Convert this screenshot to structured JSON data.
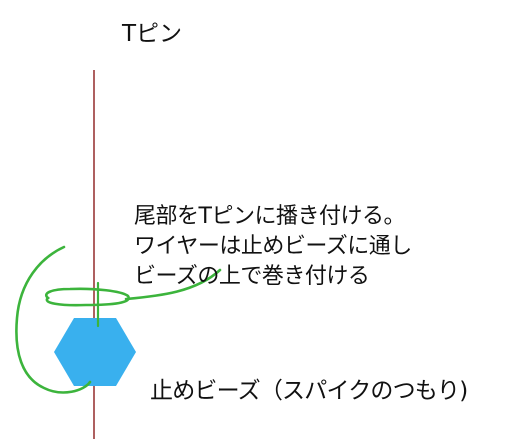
{
  "labels": {
    "tpin": "Tピン",
    "instruction_lines": [
      "尾部をTピンに播き付ける。",
      "ワイヤーは止めビーズに通し",
      "ビーズの上で巻き付ける"
    ],
    "bead": "止めビーズ（スパイクのつもり)"
  },
  "colors": {
    "pin": "#8b1c1c",
    "wire": "#3cb43c",
    "bead": "#39b0ee",
    "text": "#111111"
  }
}
